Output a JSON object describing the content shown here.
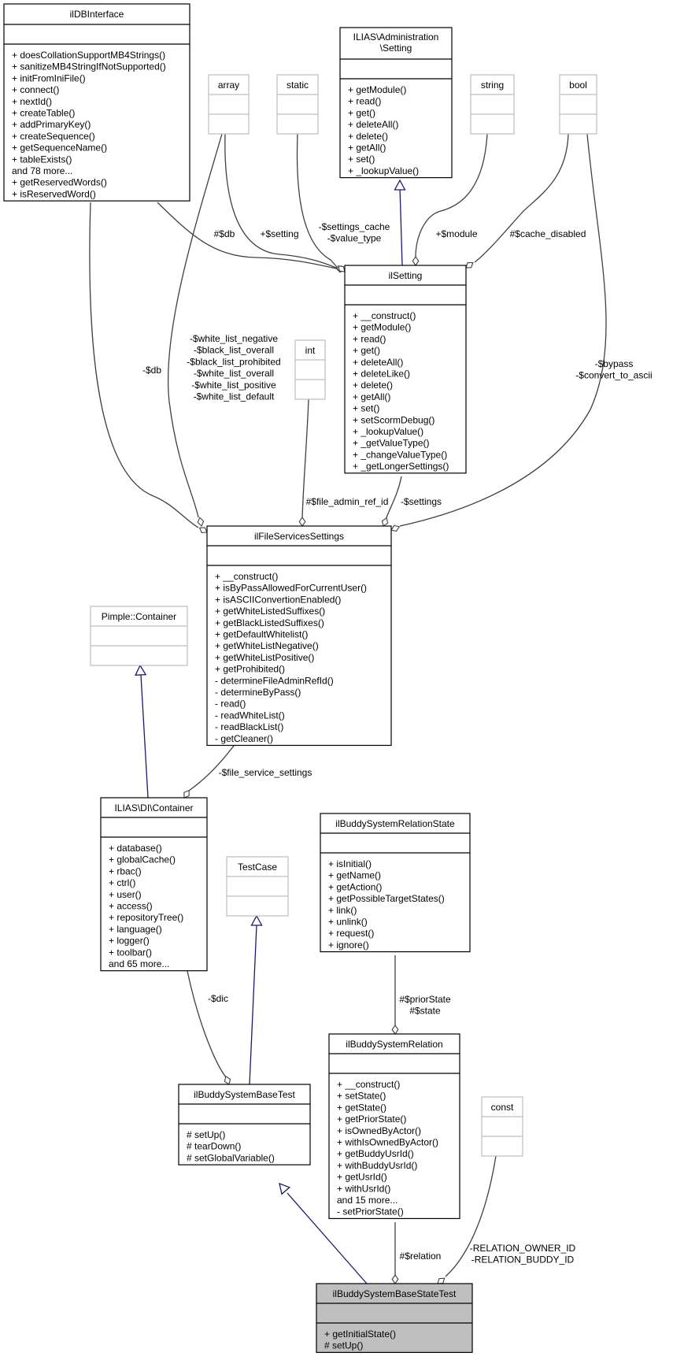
{
  "nodes": {
    "ildbinterface": {
      "title": "ilDBInterface",
      "members": [
        "+ doesCollationSupportMB4Strings()",
        "+ sanitizeMB4StringIfNotSupported()",
        "+ initFromIniFile()",
        "+ connect()",
        "+ nextId()",
        "+ createTable()",
        "+ addPrimaryKey()",
        "+ createSequence()",
        "+ getSequenceName()",
        "+ tableExists()",
        "and 78 more...",
        "+ getReservedWords()",
        "+ isReservedWord()"
      ]
    },
    "ilias-admin-setting": {
      "title_lines": [
        "ILIAS\\Administration",
        "\\Setting"
      ],
      "members": [
        "+ getModule()",
        "+ read()",
        "+ get()",
        "+ deleteAll()",
        "+ delete()",
        "+ getAll()",
        "+ set()",
        "+ _lookupValue()"
      ]
    },
    "array": {
      "title": "array"
    },
    "static": {
      "title": "static"
    },
    "string": {
      "title": "string"
    },
    "bool": {
      "title": "bool"
    },
    "int": {
      "title": "int"
    },
    "ilsetting": {
      "title": "ilSetting",
      "members": [
        "+ __construct()",
        "+ getModule()",
        "+ read()",
        "+ get()",
        "+ deleteAll()",
        "+ deleteLike()",
        "+ delete()",
        "+ getAll()",
        "+ set()",
        "+ setScormDebug()",
        "+ _lookupValue()",
        "+ _getValueType()",
        "+ _changeValueType()",
        "+ _getLongerSettings()"
      ]
    },
    "ilfileservicessettings": {
      "title": "ilFileServicesSettings",
      "members": [
        "+ __construct()",
        "+ isByPassAllowedForCurrentUser()",
        "+ isASCIIConvertionEnabled()",
        "+ getWhiteListedSuffixes()",
        "+ getBlackListedSuffixes()",
        "+ getDefaultWhitelist()",
        "+ getWhiteListNegative()",
        "+ getWhiteListPositive()",
        "+ getProhibited()",
        "- determineFileAdminRefId()",
        "- determineByPass()",
        "- read()",
        "- readWhiteList()",
        "- readBlackList()",
        "- getCleaner()"
      ]
    },
    "pimple-container": {
      "title": "Pimple::Container"
    },
    "ilias-di-container": {
      "title": "ILIAS\\DI\\Container",
      "members": [
        "+ database()",
        "+ globalCache()",
        "+ rbac()",
        "+ ctrl()",
        "+ user()",
        "+ access()",
        "+ repositoryTree()",
        "+ language()",
        "+ logger()",
        "+ toolbar()",
        "and 65 more..."
      ]
    },
    "testcase": {
      "title": "TestCase"
    },
    "ilbuddysystemrelationstate": {
      "title": "ilBuddySystemRelationState",
      "members": [
        "+ isInitial()",
        "+ getName()",
        "+ getAction()",
        "+ getPossibleTargetStates()",
        "+ link()",
        "+ unlink()",
        "+ request()",
        "+ ignore()"
      ]
    },
    "ilbuddysystemrelation": {
      "title": "ilBuddySystemRelation",
      "members": [
        "+ __construct()",
        "+ setState()",
        "+ getState()",
        "+ getPriorState()",
        "+ isOwnedByActor()",
        "+ withIsOwnedByActor()",
        "+ getBuddyUsrId()",
        "+ withBuddyUsrId()",
        "+ getUsrId()",
        "+ withUsrId()",
        "and 15 more...",
        "- setPriorState()"
      ]
    },
    "const": {
      "title": "const"
    },
    "ilbuddysystembasetest": {
      "title": "ilBuddySystemBaseTest",
      "members": [
        "# setUp()",
        "# tearDown()",
        "# setGlobalVariable()"
      ]
    },
    "ilbuddysystembasestatetest": {
      "title": "ilBuddySystemBaseStateTest",
      "members": [
        "+ getInitialState()",
        "# setUp()"
      ]
    }
  },
  "edge_labels": {
    "db_setting": "#$db",
    "array_setting": "+$setting",
    "static_setting": [
      "-$settings_cache",
      "-$value_type"
    ],
    "string_module": "+$module",
    "bool_cache": "#$cache_disabled",
    "db_fss": "-$db",
    "array_fss": [
      "-$white_list_negative",
      "-$black_list_overall",
      "-$black_list_prohibited",
      "-$white_list_overall",
      "-$white_list_positive",
      "-$white_list_default"
    ],
    "bool_fss": [
      "-$bypass",
      "-$convert_to_ascii"
    ],
    "int_fss": "#$file_admin_ref_id",
    "setting_fss": "-$settings",
    "fss_container": "-$file_service_settings",
    "container_basetest": "-$dic",
    "state_relation": [
      "#$priorState",
      "#$state"
    ],
    "relation_statetest": "#$relation",
    "const_statetest": [
      "-RELATION_OWNER_ID",
      "-RELATION_BUDDY_ID"
    ]
  },
  "colors": {
    "class_border": "#000000",
    "external_border": "#bfbfbf",
    "highlight_fill": "#bfbfbf",
    "inheritance_edge": "#191970",
    "association_edge": "#404040"
  }
}
